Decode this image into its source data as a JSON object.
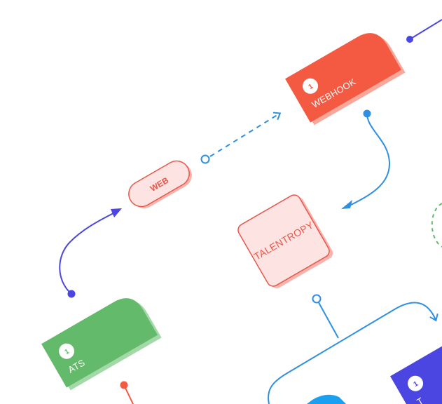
{
  "nodes": {
    "webhook": {
      "label": "WEBHOOK",
      "badge": "1",
      "color": "#f45a42",
      "shadow": "#f7a89b"
    },
    "web": {
      "label": "WEB",
      "color": "#e8574a",
      "fill": "#fde3e1"
    },
    "talentropy": {
      "label": "TALENTROPY",
      "color": "#e8574a",
      "fill": "#fde3e1"
    },
    "ats": {
      "label": "ATS",
      "badge": "1",
      "color": "#63ba6a",
      "shadow": "#a3d9a7"
    },
    "purple_card": {
      "label": "T",
      "badge": "1",
      "color": "#4b46e2"
    }
  },
  "colors": {
    "blue_connector": "#2f8fe0",
    "purple_connector": "#4b46e2",
    "red_connector": "#f45a42",
    "green_dashed": "#63ba6a",
    "cyan_blob": "#1aa0f0"
  }
}
